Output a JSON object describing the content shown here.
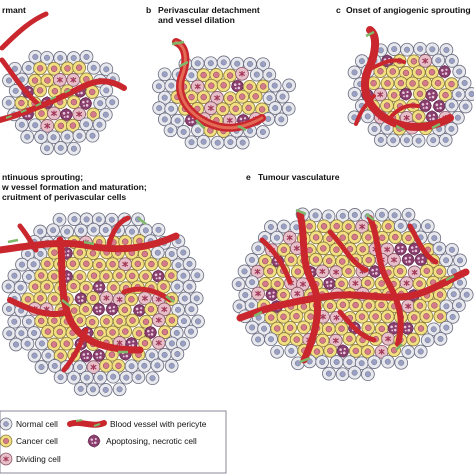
{
  "panels": {
    "a": {
      "letter": "",
      "lines": [
        "rmant"
      ]
    },
    "b": {
      "letter": "b",
      "lines": [
        "Perivascular detachment",
        "and vessel dilation"
      ]
    },
    "c": {
      "letter": "c",
      "lines": [
        "Onset of angiogenic sprouting"
      ]
    },
    "d": {
      "letter": "",
      "lines": [
        "ntinuous sprouting;",
        "w vessel formation and maturation;",
        "cruitment of perivascular cells"
      ]
    },
    "e": {
      "letter": "e",
      "lines": [
        "Tumour vasculature"
      ]
    }
  },
  "legend": {
    "normal_cell": "Normal cell",
    "cancer_cell": "Cancer cell",
    "dividing_cell": "Dividing cell",
    "blood_vessel": "Blood vessel with pericyte",
    "apoptosing_cell": "Apoptosing, necrotic cell"
  },
  "colors": {
    "normal_fill": "#e8e8ef",
    "normal_nucleus": "#9aa0c4",
    "cancer_fill": "#f2df82",
    "cancer_nucleus": "#d47a8a",
    "dividing_fill": "#e7bfc9",
    "dividing_nucleus": "#a33a5a",
    "vessel": "#c9272d",
    "vessel_light": "#e36a55",
    "pericyte": "#7fb86a",
    "necrotic": "#8a3f6e"
  }
}
